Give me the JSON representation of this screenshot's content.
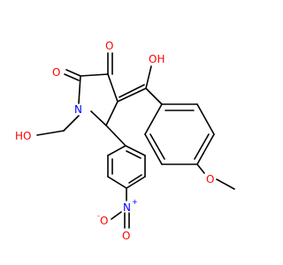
{
  "colors": {
    "bond": "#000000",
    "oxygen": "#ff0000",
    "nitrogen": "#0000ff",
    "background": "#ffffff"
  },
  "atoms": {
    "oh_top": "OH",
    "o_ketone": "O",
    "o_lactam": "O",
    "n_ring": "N",
    "ho_chain": "HO",
    "o_methoxy": "O",
    "n_nitro": "N",
    "nitro_plus": "+",
    "o_nitro_left": "O",
    "nitro_minus": "-",
    "o_nitro_bottom": "O"
  }
}
